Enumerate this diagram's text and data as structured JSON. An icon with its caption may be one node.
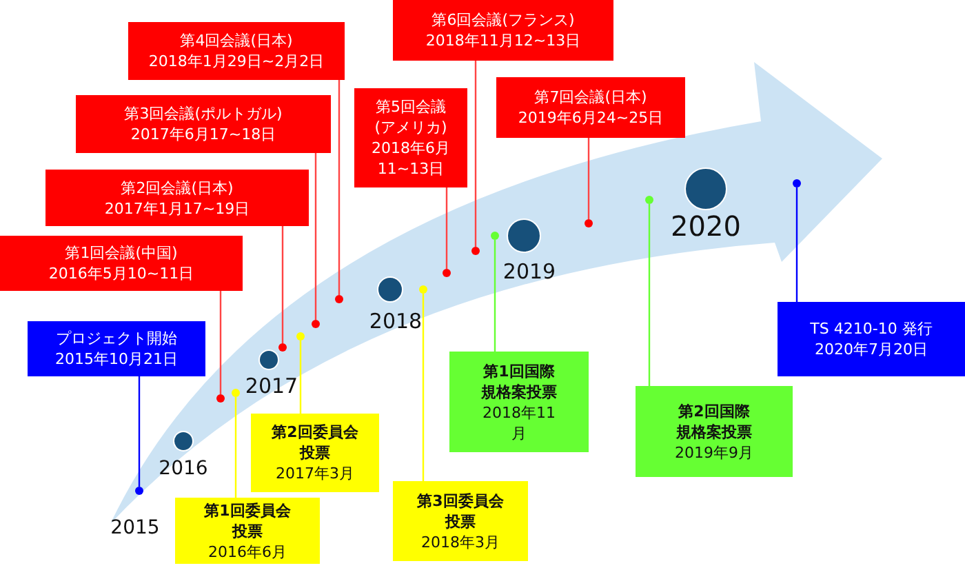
{
  "diagram": {
    "nodes": [
      {
        "text": [
          "プロジェクト開始",
          "2015年10月21日"
        ]
      },
      {
        "text": [
          "第1回会議(中国)",
          "2016年5月10~11日"
        ]
      },
      {
        "text": [
          "第2回会議(日本)",
          "2017年1月17~19日"
        ]
      },
      {
        "text": [
          "第3回会議(ポルトガル)",
          "2017年6月17~18日"
        ]
      },
      {
        "text": [
          "第4回会議(日本)",
          "2018年1月29日~2月2日"
        ]
      },
      {
        "text": [
          "第5回会議(アメリカ)",
          "2018年6月11~13日"
        ]
      },
      {
        "text": [
          "第6回会議(フランス)",
          "2018年11月12~13日"
        ]
      },
      {
        "text": [
          "第7回会議(日本)",
          "2019年6月24~25日"
        ]
      },
      {
        "text": [
          "第1回委員会投票",
          "2016年6月"
        ]
      },
      {
        "text": [
          "第2回委員会投票",
          "2017年3月"
        ]
      },
      {
        "text": [
          "第3回委員会投票",
          "2018年3月"
        ]
      },
      {
        "text": [
          "第1回国際規格案投票",
          "2018年11月"
        ]
      },
      {
        "text": [
          "第2回国際規格案投票",
          "2019年9月"
        ]
      },
      {
        "text": [
          "TS 4210-10 発行",
          "2020年7月20日"
        ]
      },
      {
        "text": [],
        "shape": "circle"
      },
      {
        "text": [],
        "shape": "circle"
      },
      {
        "text": [],
        "shape": "circle"
      },
      {
        "text": [],
        "shape": "circle"
      },
      {
        "text": [],
        "shape": "circle"
      },
      {
        "text": [],
        "shape": "circle"
      },
      {
        "text": [],
        "shape": "circle"
      },
      {
        "text": [],
        "shape": "circle"
      },
      {
        "text": [],
        "shape": "circle"
      },
      {
        "text": [],
        "shape": "circle"
      },
      {
        "text": [],
        "shape": "circle"
      },
      {
        "text": [],
        "shape": "circle"
      },
      {
        "text": [],
        "shape": "circle"
      },
      {
        "text": [],
        "shape": "circle"
      }
    ],
    "edges": [
      {
        "from": 0,
        "to": 14,
        "arrow": "none",
        "color": "#0000ff"
      },
      {
        "from": 1,
        "to": 15,
        "arrow": "none"
      },
      {
        "from": 2,
        "to": 17,
        "arrow": "none"
      },
      {
        "from": 3,
        "to": 19,
        "arrow": "none"
      },
      {
        "from": 4,
        "to": 20,
        "arrow": "none"
      },
      {
        "from": 5,
        "to": 22,
        "arrow": "none"
      },
      {
        "from": 6,
        "to": 23,
        "arrow": "none"
      },
      {
        "from": 7,
        "to": 25,
        "arrow": "none"
      },
      {
        "from": 8,
        "to": 16,
        "arrow": "none",
        "color": "#ffff00"
      },
      {
        "from": 9,
        "to": 18,
        "arrow": "none",
        "color": "#ffff00"
      },
      {
        "from": 10,
        "to": 21,
        "arrow": "none",
        "color": "#ffff00"
      },
      {
        "from": 11,
        "to": 24,
        "arrow": "none",
        "color": "#66ff33"
      },
      {
        "from": 12,
        "to": 26,
        "arrow": "none",
        "color": "#66ff33"
      },
      {
        "from": 13,
        "to": 27,
        "arrow": "none",
        "color": "#0000ff"
      }
    ],
    "labels": [
      "2020",
      "2019",
      "2018",
      "2017",
      "2016",
      "2015"
    ]
  }
}
